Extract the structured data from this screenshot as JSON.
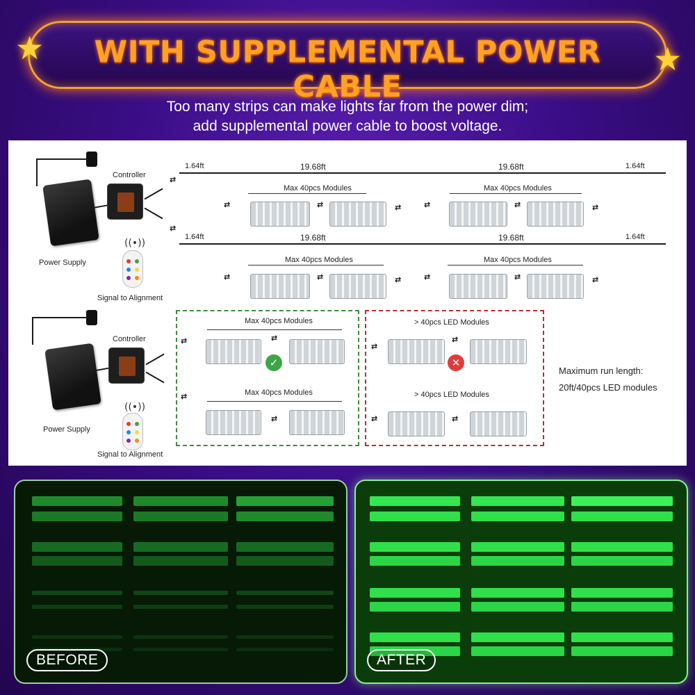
{
  "banner": {
    "title": "WITH SUPPLEMENTAL POWER CABLE",
    "accent_color": "#ffa126",
    "star_icon": "star-icon"
  },
  "subtitle": {
    "line1": "Too many strips can make lights far from the power dim;",
    "line2": "add supplemental power cable to boost voltage."
  },
  "top_diagram": {
    "power_supply_label": "Power Supply",
    "controller_label": "Controller",
    "remote_label": "Signal to Alignment",
    "runs": [
      {
        "lead_length": "1.64ft",
        "segment_a": "19.68ft",
        "segment_b": "19.68ft",
        "tail_length": "1.64ft",
        "group_a": "Max 40pcs Modules",
        "group_b": "Max 40pcs Modules"
      },
      {
        "lead_length": "1.64ft",
        "segment_a": "19.68ft",
        "segment_b": "19.68ft",
        "tail_length": "1.64ft",
        "group_a": "Max 40pcs Modules",
        "group_b": "Max 40pcs Modules"
      }
    ]
  },
  "bottom_diagram": {
    "power_supply_label": "Power Supply",
    "controller_label": "Controller",
    "remote_label": "Signal to Alignment",
    "correct": {
      "row1": "Max 40pcs Modules",
      "row2": "Max 40pcs Modules",
      "status_icon": "check-icon",
      "color": "#3ca544"
    },
    "incorrect": {
      "row1": "> 40pcs LED Modules",
      "row2": "> 40pcs LED Modules",
      "status_icon": "cross-icon",
      "color": "#e23b3b"
    },
    "note_line1": "Maximum run length:",
    "note_line2": "20ft/40pcs LED modules"
  },
  "photos": {
    "before_label": "BEFORE",
    "after_label": "AFTER",
    "led_color": "#2fe04a"
  }
}
